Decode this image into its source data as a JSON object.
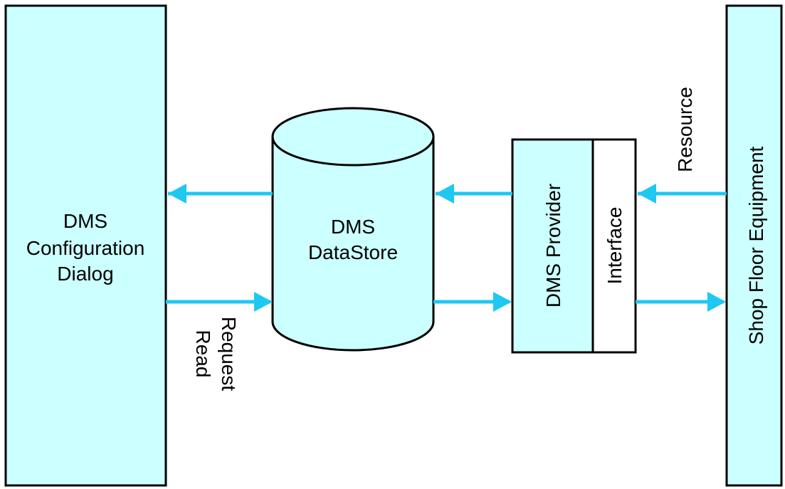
{
  "colors": {
    "box_fill": "#ccffff",
    "white_fill": "#ffffff",
    "stroke": "#000000",
    "arrow": "#1ec8f0"
  },
  "config_dialog": {
    "line1": "DMS",
    "line2": "Configuration",
    "line3": "Dialog"
  },
  "datastore": {
    "line1": "DMS",
    "line2": "DataStore"
  },
  "provider": {
    "label": "DMS Provider",
    "interface_label": "Interface"
  },
  "equipment": {
    "label": "Shop Floor Equipment"
  },
  "annotations": {
    "read_line1": "Read",
    "read_line2": "Request",
    "resource": "Resource"
  }
}
